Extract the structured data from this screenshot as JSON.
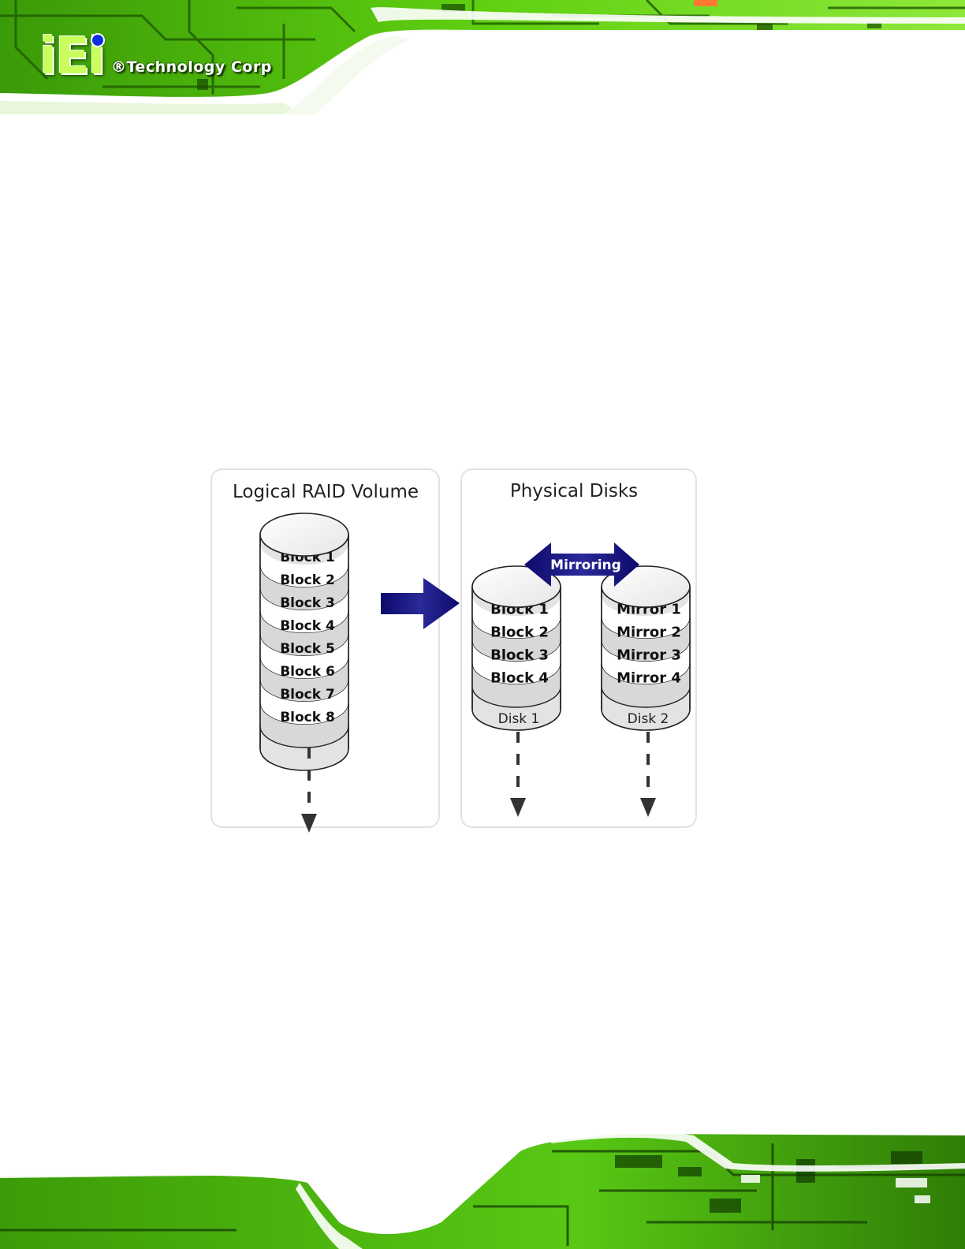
{
  "header": {
    "logo_mark": "iEi",
    "company": "®Technology Corp"
  },
  "diagram": {
    "left_panel_title": "Logical RAID Volume",
    "right_panel_title": "Physical Disks",
    "logical_blocks": [
      "Block 1",
      "Block 2",
      "Block 3",
      "Block 4",
      "Block 5",
      "Block 6",
      "Block 7",
      "Block 8"
    ],
    "disk1_blocks": [
      "Block 1",
      "Block 2",
      "Block 3",
      "Block 4"
    ],
    "disk2_blocks": [
      "Mirror 1",
      "Mirror 2",
      "Mirror 3",
      "Mirror 4"
    ],
    "mirroring_label": "Mirroring",
    "disk1_label": "Disk 1",
    "disk2_label": "Disk 2",
    "arrow_color": "#0e0c6e",
    "brand_green": "#6fdc12"
  }
}
